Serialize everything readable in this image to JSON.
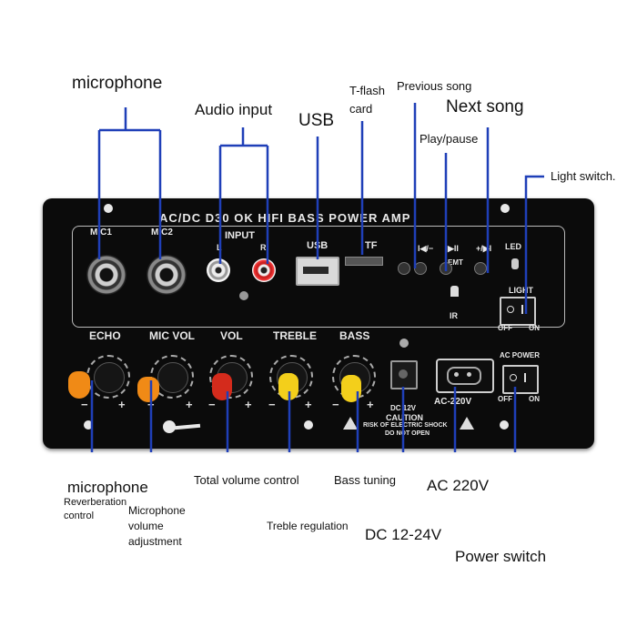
{
  "callouts": {
    "microphone_top": "microphone",
    "audio_input": "Audio input",
    "usb": "USB",
    "tflash_1": "T-flash",
    "tflash_2": "card",
    "previous_song": "Previous song",
    "next_song": "Next song",
    "play_pause": "Play/pause",
    "light_switch": "Light switch.",
    "microphone_bottom": "microphone",
    "reverb_1": "Reverberation",
    "reverb_2": "control",
    "micvol_1": "Microphone",
    "micvol_2": "volume",
    "micvol_3": "adjustment",
    "total_volume": "Total volume control",
    "treble_regulation": "Treble regulation",
    "bass_tuning": "Bass tuning",
    "dc": "DC 12-24V",
    "ac": "AC 220V",
    "power_switch": "Power switch"
  },
  "panel": {
    "title": "AC/DC D30 OK HIFI BASS POWER AMP",
    "mic1": "MIC1",
    "mic2": "MIC2",
    "input": "INPUT",
    "input_l": "L",
    "input_r": "R",
    "usb": "USB",
    "tf": "TF",
    "prev_btn": "I◀/−",
    "play_btn": "▶II",
    "next_btn": "+/▶I",
    "emt": "EMT",
    "ir": "IR",
    "led": "LED",
    "light": "LIGHT",
    "off": "OFF",
    "on": "ON",
    "ac_power": "AC POWER",
    "echo": "ECHO",
    "mic_vol": "MIC VOL",
    "vol": "VOL",
    "treble": "TREBLE",
    "bass": "BASS",
    "minus": "−",
    "plus": "+",
    "dc_label": "DC 12V",
    "ac_label": "AC-220V",
    "caution_title": "CAUTION",
    "caution_line1": "RISK OF ELECTRIC SHOCK",
    "caution_line2": "DO NOT OPEN"
  },
  "colors": {
    "line": "#1f3fb8",
    "panel": "#0b0b0b",
    "knob_orange": "#f08a16",
    "knob_red": "#d42b1c",
    "knob_yellow": "#f3cf1b"
  }
}
